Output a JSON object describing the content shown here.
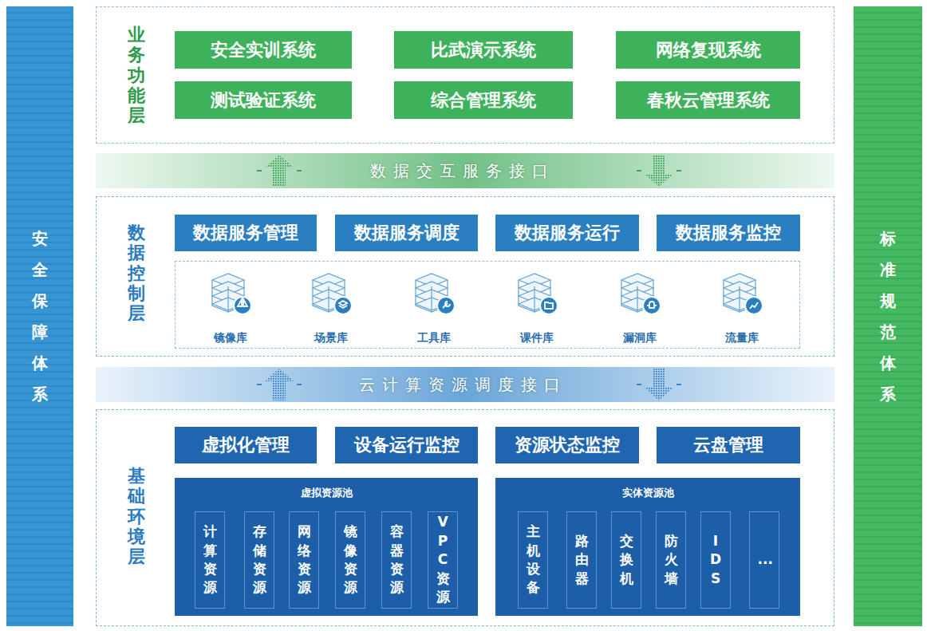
{
  "diagram": {
    "nodes": [
      {
        "text": [
          "安全保障体系"
        ]
      },
      {
        "text": [
          "标准规范体系"
        ]
      },
      {
        "text": [
          "业务功能层"
        ]
      },
      {
        "text": [
          "安全实训系统"
        ],
        "in": 2
      },
      {
        "text": [
          "比武演示系统"
        ],
        "in": 2
      },
      {
        "text": [
          "网络复现系统"
        ],
        "in": 2
      },
      {
        "text": [
          "测试验证系统"
        ],
        "in": 2
      },
      {
        "text": [
          "综合管理系统"
        ],
        "in": 2
      },
      {
        "text": [
          "春秋云管理系统"
        ],
        "in": 2
      },
      {
        "text": [
          "数据交互服务接口"
        ]
      },
      {
        "text": [
          "数据控制层"
        ]
      },
      {
        "text": [
          "数据服务管理"
        ],
        "in": 10
      },
      {
        "text": [
          "数据服务调度"
        ],
        "in": 10
      },
      {
        "text": [
          "数据服务运行"
        ],
        "in": 10
      },
      {
        "text": [
          "数据服务监控"
        ],
        "in": 10
      },
      {
        "text": [
          "镜像库"
        ],
        "in": 10
      },
      {
        "text": [
          "场景库"
        ],
        "in": 10
      },
      {
        "text": [
          "工具库"
        ],
        "in": 10
      },
      {
        "text": [
          "课件库"
        ],
        "in": 10
      },
      {
        "text": [
          "漏洞库"
        ],
        "in": 10
      },
      {
        "text": [
          "流量库"
        ],
        "in": 10
      },
      {
        "text": [
          "云计算资源调度接口"
        ]
      },
      {
        "text": [
          "基础环境层"
        ]
      },
      {
        "text": [
          "虚拟化管理"
        ],
        "in": 22
      },
      {
        "text": [
          "设备运行监控"
        ],
        "in": 22
      },
      {
        "text": [
          "资源状态监控"
        ],
        "in": 22
      },
      {
        "text": [
          "云盘管理"
        ],
        "in": 22
      },
      {
        "text": [
          "虚拟资源池"
        ],
        "in": 22
      },
      {
        "text": [
          "计算资源"
        ],
        "in": 27
      },
      {
        "text": [
          "存储资源"
        ],
        "in": 27
      },
      {
        "text": [
          "网络资源"
        ],
        "in": 27
      },
      {
        "text": [
          "镜像资源"
        ],
        "in": 27
      },
      {
        "text": [
          "容器资源"
        ],
        "in": 27
      },
      {
        "text": [
          "VPC资源"
        ],
        "in": 27
      },
      {
        "text": [
          "实体资源池"
        ],
        "in": 22
      },
      {
        "text": [
          "主机设备"
        ],
        "in": 34
      },
      {
        "text": [
          "路由器"
        ],
        "in": 34
      },
      {
        "text": [
          "交换机"
        ],
        "in": 34
      },
      {
        "text": [
          "防火墙"
        ],
        "in": 34
      },
      {
        "text": [
          "IDS"
        ],
        "in": 34
      },
      {
        "text": [
          "..."
        ],
        "in": 34
      }
    ],
    "edges": []
  }
}
